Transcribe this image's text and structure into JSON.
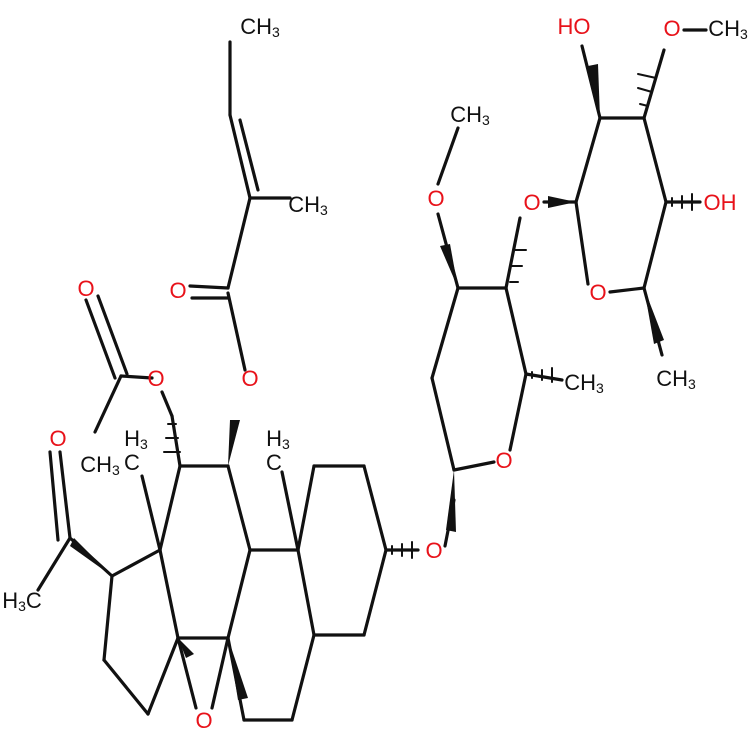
{
  "colors": {
    "oxygen": "#e8121a",
    "carbon": "#111111",
    "background": "#ffffff"
  },
  "labels": {
    "o_ketone": "O",
    "o_acetate_carbonyl": "O",
    "o_acetate_ester": "O",
    "o_tiglate_carbonyl": "O",
    "o_tiglate_ester": "O",
    "o_epoxide": "O",
    "o_glycoside_link": "O",
    "o_sugar1_ring": "O",
    "o_sugar1_methoxy": "O",
    "o_interglycosidic": "O",
    "o_sugar2_ring": "O",
    "ho_sugar2_top": "HO",
    "oh_sugar2_right": "OH",
    "o_sugar2_methoxy": "O",
    "ch3_tiglate_top": "CH3",
    "ch3_tiglate_side": "CH3",
    "ch3_acetate": "CH3",
    "h3c_ketone": "H3C",
    "h3c_c13": "H3",
    "c_c13": "C",
    "h3c_c10": "H3",
    "c_c10": "C",
    "ch3_sugar1_methoxy": "CH3",
    "ch3_sugar1_c6": "CH3",
    "ch3_sugar2_methoxy": "CH3",
    "ch3_sugar2_c6": "CH3"
  }
}
